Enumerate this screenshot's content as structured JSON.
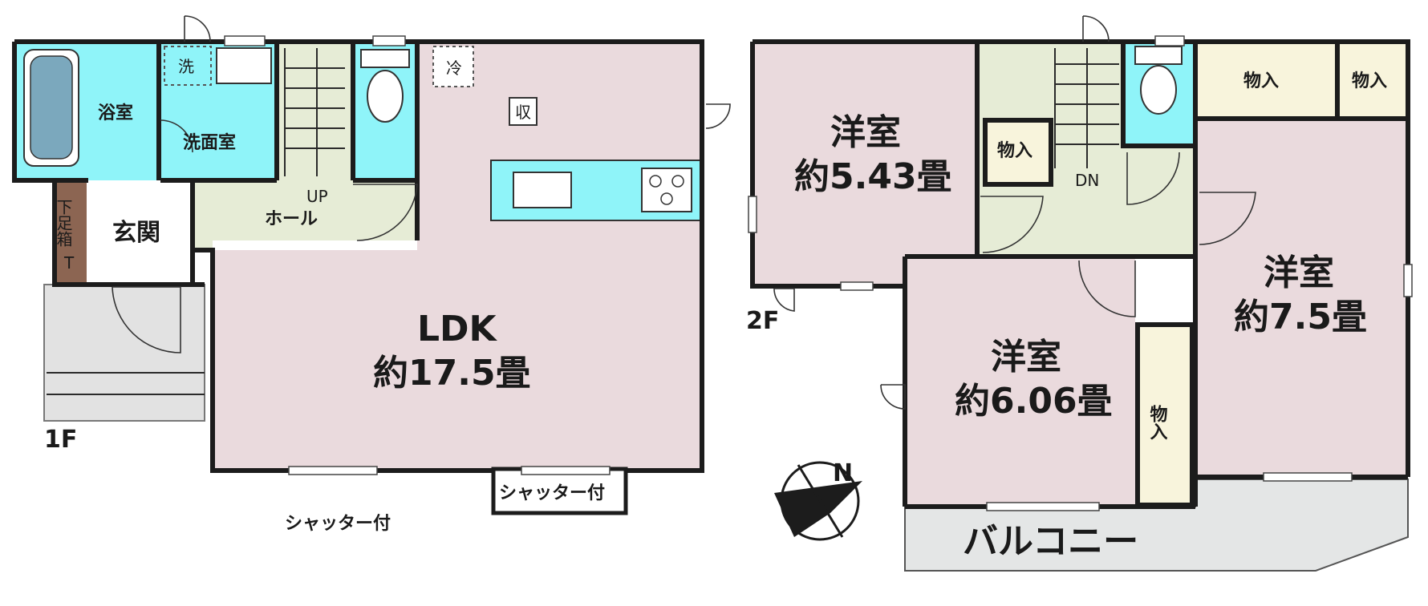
{
  "colors": {
    "room": "#eadadd",
    "wet": "#8ff4f9",
    "hall": "#e6ecd6",
    "storage": "#f8f4dc",
    "entrance_floor": "#ffffff",
    "shoebox": "#8c6552",
    "porch": "#e2e2e2",
    "balcony": "#e4e6e6",
    "wall": "#1c1c1c"
  },
  "icons": [
    "bathtub-icon",
    "washer-icon",
    "fridge-icon",
    "toilet-icon",
    "sink-icon",
    "stove-icon",
    "storage-box-icon",
    "compass-icon",
    "stairs-icon"
  ],
  "floor1": {
    "label": "1F",
    "rooms": {
      "bath": "浴室",
      "washroom": "洗面室",
      "washer_mark": "洗",
      "fridge_mark": "冷",
      "storage_mark": "収",
      "hall_up": "UP",
      "hall": "ホール",
      "entrance": "玄関",
      "shoebox": "下足箱",
      "shoebox_t": "T",
      "ldk": "LDK",
      "ldk_size": "約17.5畳",
      "shutter1": "シャッター付",
      "shutter2": "シャッター付"
    }
  },
  "floor2": {
    "label": "2F",
    "rooms": {
      "room_a": "洋室",
      "room_a_size": "約5.43畳",
      "storage_a": "物入",
      "stairs_dn": "DN",
      "storage_b": "物入",
      "storage_c": "物入",
      "room_b": "洋室",
      "room_b_size": "約7.5畳",
      "room_c": "洋室",
      "room_c_size": "約6.06畳",
      "storage_d": "物入",
      "balcony": "バルコニー"
    }
  },
  "compass": {
    "north_mark": "N"
  }
}
